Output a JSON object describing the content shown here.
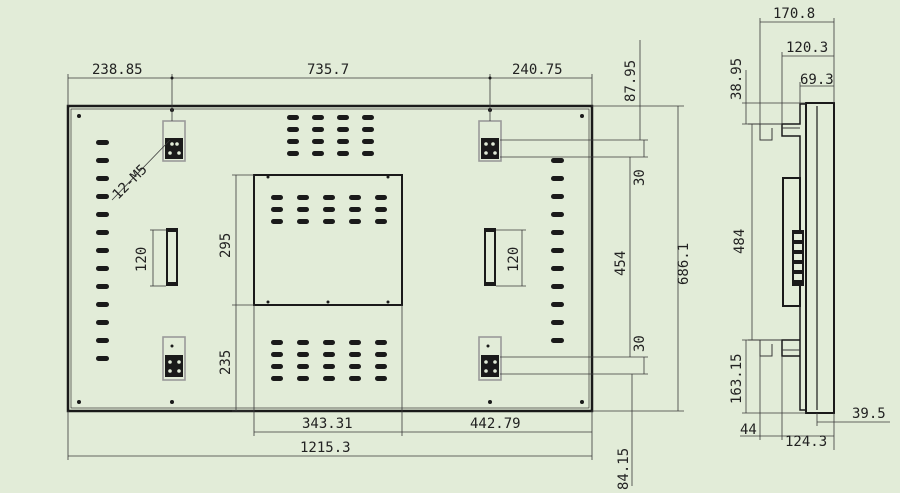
{
  "colors": {
    "background": "#e2ecd8",
    "line": "#1a1a1a",
    "dim_line": "#3a3a3a",
    "bracket": "#9a9a9a"
  },
  "front_view": {
    "top_dims": {
      "left": "238.85",
      "middle": "735.7",
      "right": "240.75"
    },
    "bottom_dims": {
      "inner_left": "343.31",
      "inner_right": "442.79",
      "overall": "1215.3"
    },
    "hole_label": "12-M5",
    "left_dims": {
      "upper": "295",
      "lower": "235"
    },
    "handle_dims": {
      "left": "120",
      "right": "120"
    },
    "right_dims": {
      "top": "87.95",
      "upper_slot": "30",
      "middle": "454",
      "lower_slot": "30",
      "overall": "686.1",
      "bottom": "84.15"
    }
  },
  "side_view": {
    "top_dims": {
      "overall": "170.8",
      "middle": "120.3",
      "inner": "69.3"
    },
    "left_dims": {
      "top": "38.95",
      "middle": "484",
      "bottom": "163.15"
    },
    "bottom_dims": {
      "left": "44",
      "middle": "124.3",
      "right": "39.5"
    }
  }
}
